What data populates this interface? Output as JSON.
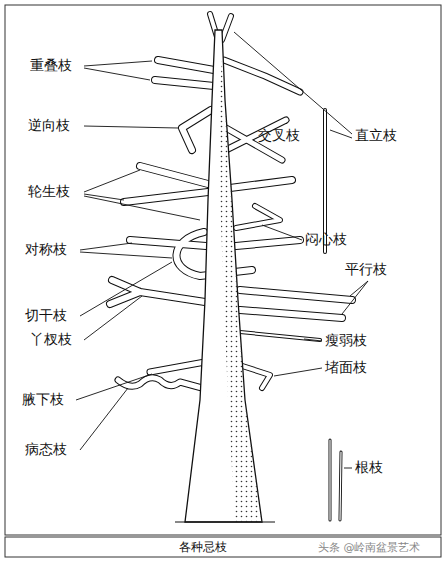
{
  "diagram": {
    "caption": "各种忌枝",
    "labels": [
      "重叠枝",
      "逆向枝",
      "交叉枝",
      "直立枝",
      "轮生枝",
      "闷心枝",
      "对称枝",
      "平行枝",
      "切干枝",
      "丫杈枝",
      "瘦弱枝",
      "堵面枝",
      "腋下枝",
      "病态枝",
      "根枝",
      "头条 @岭南盆景艺术"
    ]
  }
}
